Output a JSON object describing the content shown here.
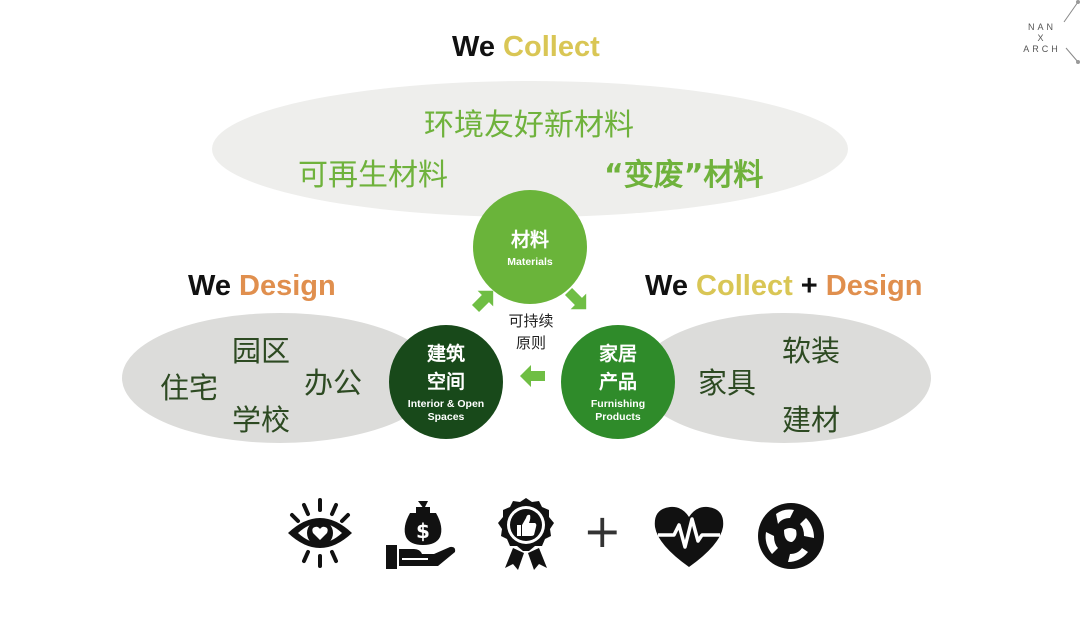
{
  "top": {
    "heading_we": "We",
    "heading_collect": "Collect",
    "line1": "环境友好新材料",
    "left": "可再生材料",
    "right": "“变废”材料"
  },
  "left_group": {
    "heading_we": "We",
    "heading_design": "Design",
    "items": [
      "园区",
      "住宅",
      "办公",
      "学校"
    ]
  },
  "right_group": {
    "heading_we": "We",
    "heading_collect": "Collect",
    "heading_plus": "+",
    "heading_design": "Design",
    "items": [
      "软装",
      "家具",
      "建材"
    ]
  },
  "circles": {
    "materials": {
      "cn": "材料",
      "en": "Materials"
    },
    "architecture": {
      "cn1": "建筑",
      "cn2": "空间",
      "en1": "Interior & Open",
      "en2": "Spaces"
    },
    "furnishing": {
      "cn1": "家居",
      "cn2": "产品",
      "en1": "Furnishing",
      "en2": "Products"
    }
  },
  "center_label": {
    "line1": "可持续",
    "line2": "原则"
  },
  "icons": [
    "eye-heart-icon",
    "money-hand-icon",
    "thumbs-up-badge-icon",
    "plus-icon",
    "heart-pulse-icon",
    "recycle-globe-icon"
  ],
  "icon_plus": "+",
  "logo": {
    "line1": "NAN",
    "line2": "X",
    "line3": "ARCH"
  },
  "colors": {
    "ellipse_light": "#eeeeec",
    "ellipse_gray": "#dcdcda",
    "green_light": "#6ab43a",
    "green_mid": "#2f8b2a",
    "green_dark": "#18491a",
    "arrow_green": "#6fbe44",
    "yellow": "#d9c655",
    "orange": "#e08f4e"
  }
}
